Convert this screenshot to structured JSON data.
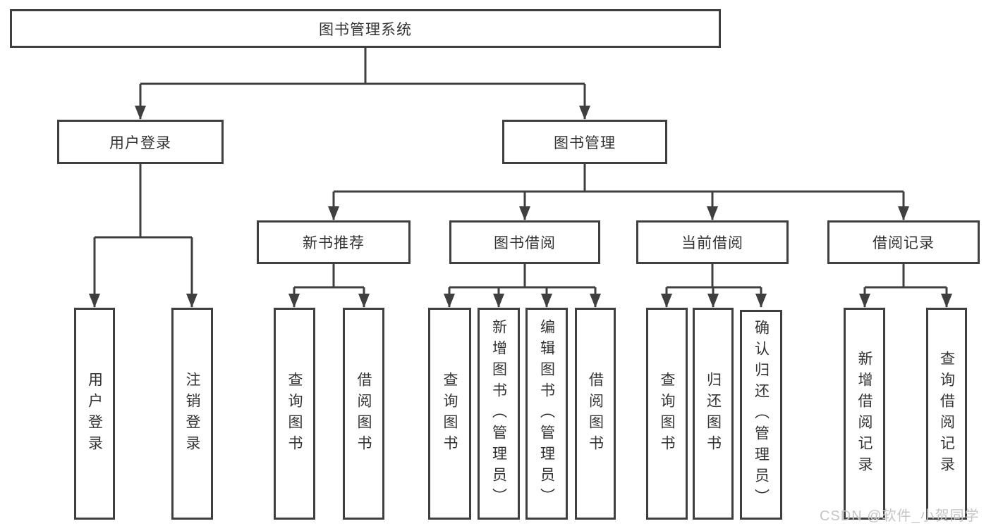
{
  "root": {
    "label": "图书管理系统"
  },
  "tree": {
    "branches": [
      {
        "label": "用户登录",
        "children": [
          "用户登录",
          "注销登录"
        ]
      },
      {
        "label": "图书管理",
        "groups": [
          {
            "label": "新书推荐",
            "children": [
              "查询图书",
              "借阅图书"
            ]
          },
          {
            "label": "图书借阅",
            "children": [
              "查询图书",
              "新增图书（管理员）",
              "编辑图书（管理员）",
              "借阅图书"
            ]
          },
          {
            "label": "当前借阅",
            "children": [
              "查询图书",
              "归还图书",
              "确认归还（管理员）"
            ]
          },
          {
            "label": "借阅记录",
            "children": [
              "新增借阅记录",
              "查询借阅记录"
            ]
          }
        ]
      }
    ]
  },
  "watermark": "CSDN @软件_小贺同学",
  "colors": {
    "line": "#3f3f3f",
    "text": "#333333",
    "background": "#ffffff",
    "watermark": "#c6c6c6"
  }
}
